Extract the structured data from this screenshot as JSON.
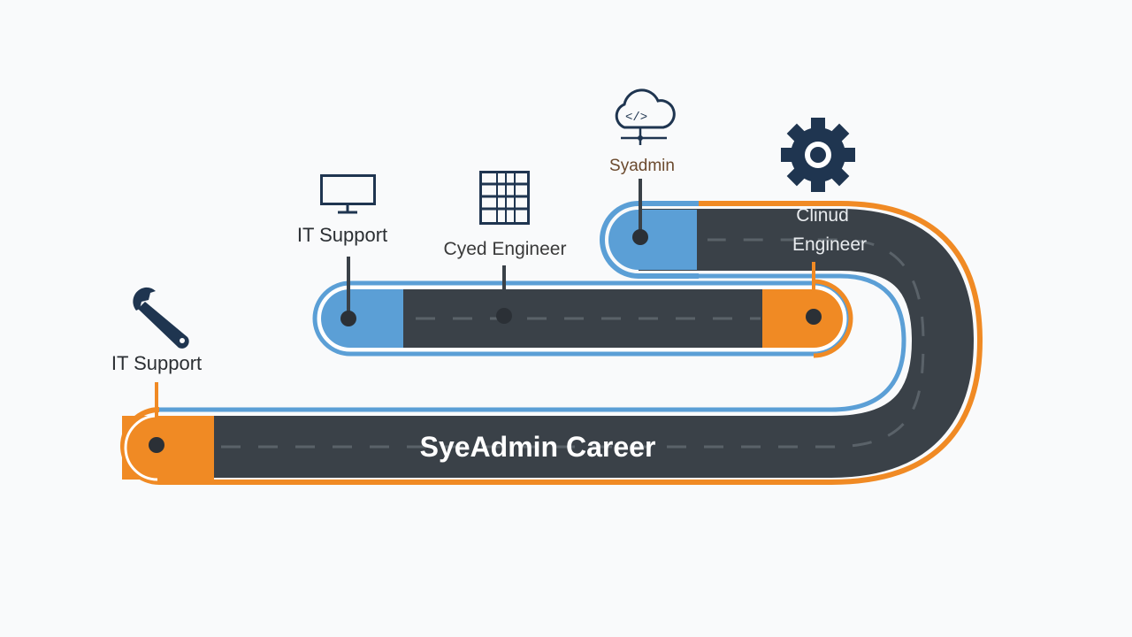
{
  "title": "SyeAdmin Career",
  "milestones": [
    {
      "label": "IT Support",
      "icon": "wrench-icon"
    },
    {
      "label": "IT Support",
      "icon": "monitor-icon"
    },
    {
      "label": "Cyed Engineer",
      "icon": "server-rack-icon"
    },
    {
      "label": "Syadmin",
      "icon": "cloud-code-icon"
    },
    {
      "label_line1": "Clinud",
      "label_line2": "Engineer",
      "icon": "gear-icon"
    }
  ],
  "colors": {
    "road": "#3a4148",
    "orange": "#f08a24",
    "blue": "#5b9fd6",
    "navy": "#1f3550",
    "label": "#2b2f33",
    "label_alt": "#6b4a2e"
  }
}
